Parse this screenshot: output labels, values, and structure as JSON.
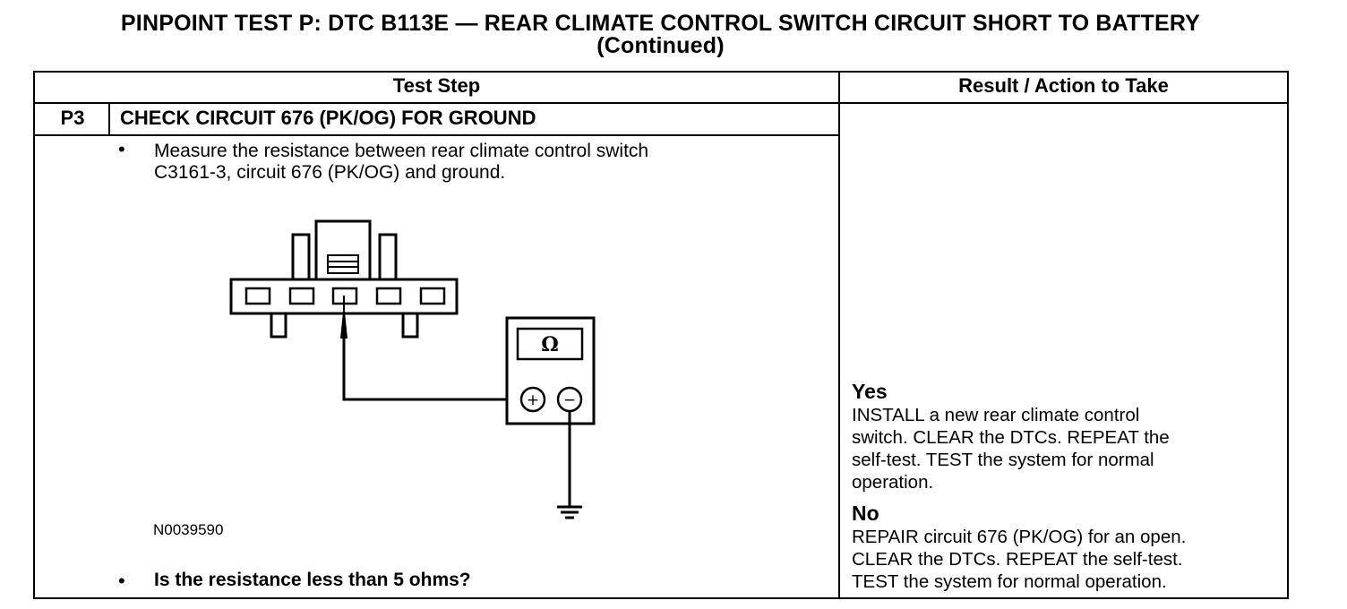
{
  "title": {
    "line1": "PINPOINT TEST  P: DTC B113E — REAR CLIMATE CONTROL SWITCH CIRCUIT SHORT TO BATTERY",
    "line2": "(Continued)"
  },
  "table": {
    "header_test_step": "Test Step",
    "header_result": "Result / Action to Take"
  },
  "step": {
    "number": "P3",
    "title": "CHECK CIRCUIT 676 (PK/OG) FOR GROUND",
    "bullet_char": "•",
    "instruction_line1": "Measure the resistance between rear climate control switch",
    "instruction_line2": "C3161-3, circuit 676 (PK/OG) and ground.",
    "question": "Is the resistance less than 5 ohms?"
  },
  "figure": {
    "id": "N0039590",
    "meter_symbol": "Ω",
    "plus_symbol": "+",
    "minus_symbol": "−"
  },
  "results": {
    "yes_label": "Yes",
    "yes_line1": "INSTALL a new rear climate control",
    "yes_line2": "switch. CLEAR the DTCs. REPEAT the",
    "yes_line3": "self-test. TEST the system for normal",
    "yes_line4": "operation.",
    "no_label": "No",
    "no_line1": "REPAIR circuit 676 (PK/OG) for an open.",
    "no_line2": "CLEAR the DTCs. REPEAT the self-test.",
    "no_line3": "TEST the system for normal operation."
  }
}
